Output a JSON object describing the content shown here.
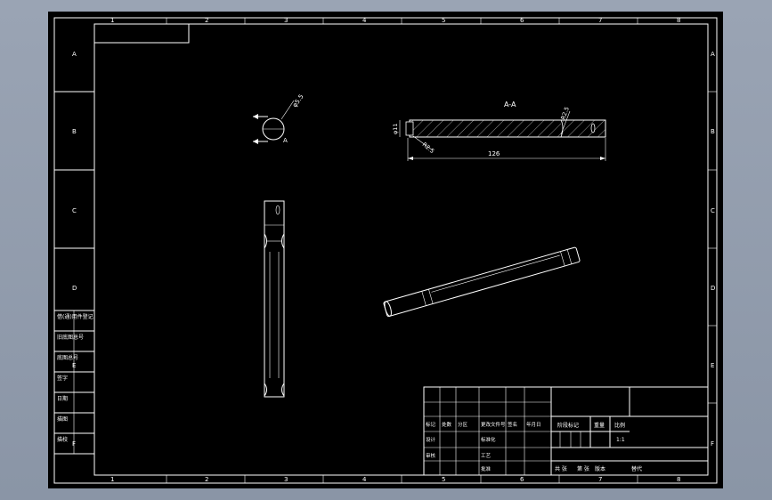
{
  "border": {
    "columns": [
      "1",
      "2",
      "3",
      "4",
      "5",
      "6",
      "7",
      "8"
    ],
    "rows": [
      "A",
      "B",
      "C",
      "D",
      "E",
      "F"
    ]
  },
  "left_strip": [
    "借(通)用件登记",
    "旧底图总号",
    "底图总号",
    "签字",
    "日期",
    "描图",
    "描校"
  ],
  "section": {
    "label": "A-A",
    "arrow_label": "A",
    "dims": {
      "length": "126",
      "diameter": "φ11",
      "radius_small": "R2.5",
      "radius_groove": "R2.5",
      "hole": "φ5.5"
    }
  },
  "title_block": {
    "row1": [
      "标记",
      "处数",
      "分区",
      "更改文件号",
      "签名",
      "年月日"
    ],
    "row2": [
      "设计",
      "",
      "",
      "标准化",
      "",
      ""
    ],
    "row3": [
      "审核",
      "",
      "",
      "工艺",
      "",
      ""
    ],
    "row4": [
      "",
      "",
      "",
      "批准",
      "",
      ""
    ],
    "stage_label": "阶段标记",
    "weight_label": "重量",
    "scale_label": "比例",
    "scale_value": "1:1",
    "sheets": "共 张",
    "sheet_no": "第 张",
    "version": "版本",
    "replace": "替代"
  }
}
